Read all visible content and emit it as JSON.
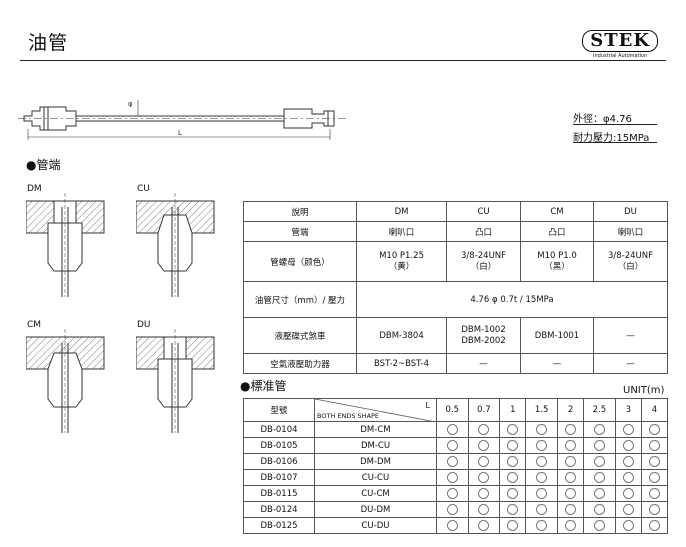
{
  "title": "油管",
  "logo": {
    "main": "STEK",
    "sub": "Industrial Automation"
  },
  "hose_drawing": {
    "phi": "φ",
    "length": "L"
  },
  "specs": {
    "outer_diameter": "外徑：φ4.76",
    "pressure": "耐力壓力:15MPa"
  },
  "section1": "●管端",
  "ends": [
    {
      "label": "DM"
    },
    {
      "label": "CU"
    },
    {
      "label": "CM"
    },
    {
      "label": "DU"
    }
  ],
  "spec_table": {
    "headers": [
      "說明",
      "DM",
      "CU",
      "CM",
      "DU"
    ],
    "rows": [
      {
        "label": "管端",
        "cells": [
          "喇叭口",
          "凸口",
          "凸口",
          "喇叭口"
        ]
      },
      {
        "label": "管螺母（颜色）",
        "cells": [
          "M10  P1.25\n（黄）",
          "3/8-24UNF\n（白）",
          "M10  P1.0\n（黑）",
          "3/8-24UNF\n（白）"
        ]
      },
      {
        "label": "油管尺寸（mm）/ 壓力",
        "span": "4.76 φ 0.7t / 15MPa"
      },
      {
        "label": "液壓碟式煞車",
        "cells": [
          "DBM-3804",
          "DBM-1002\nDBM-2002",
          "DBM-1001",
          "—"
        ]
      },
      {
        "label": "空氣液壓助力器",
        "cells": [
          "BST-2~BST-4",
          "—",
          "—",
          "—"
        ]
      }
    ]
  },
  "section2": "●標准管",
  "unit": "UNIT(m)",
  "std_table": {
    "model_header": "型號",
    "shape_header": "BOTH ENDS SHAPE",
    "length_header": "L",
    "lengths": [
      "0.5",
      "0.7",
      "1",
      "1.5",
      "2",
      "2.5",
      "3",
      "4"
    ],
    "rows": [
      {
        "model": "DB-0104",
        "shape": "DM-CM"
      },
      {
        "model": "DB-0105",
        "shape": "DM-CU"
      },
      {
        "model": "DB-0106",
        "shape": "DM-DM"
      },
      {
        "model": "DB-0107",
        "shape": "CU-CU"
      },
      {
        "model": "DB-0115",
        "shape": "CU-CM"
      },
      {
        "model": "DB-0124",
        "shape": "DU-DM"
      },
      {
        "model": "DB-0125",
        "shape": "CU-DU"
      }
    ]
  }
}
